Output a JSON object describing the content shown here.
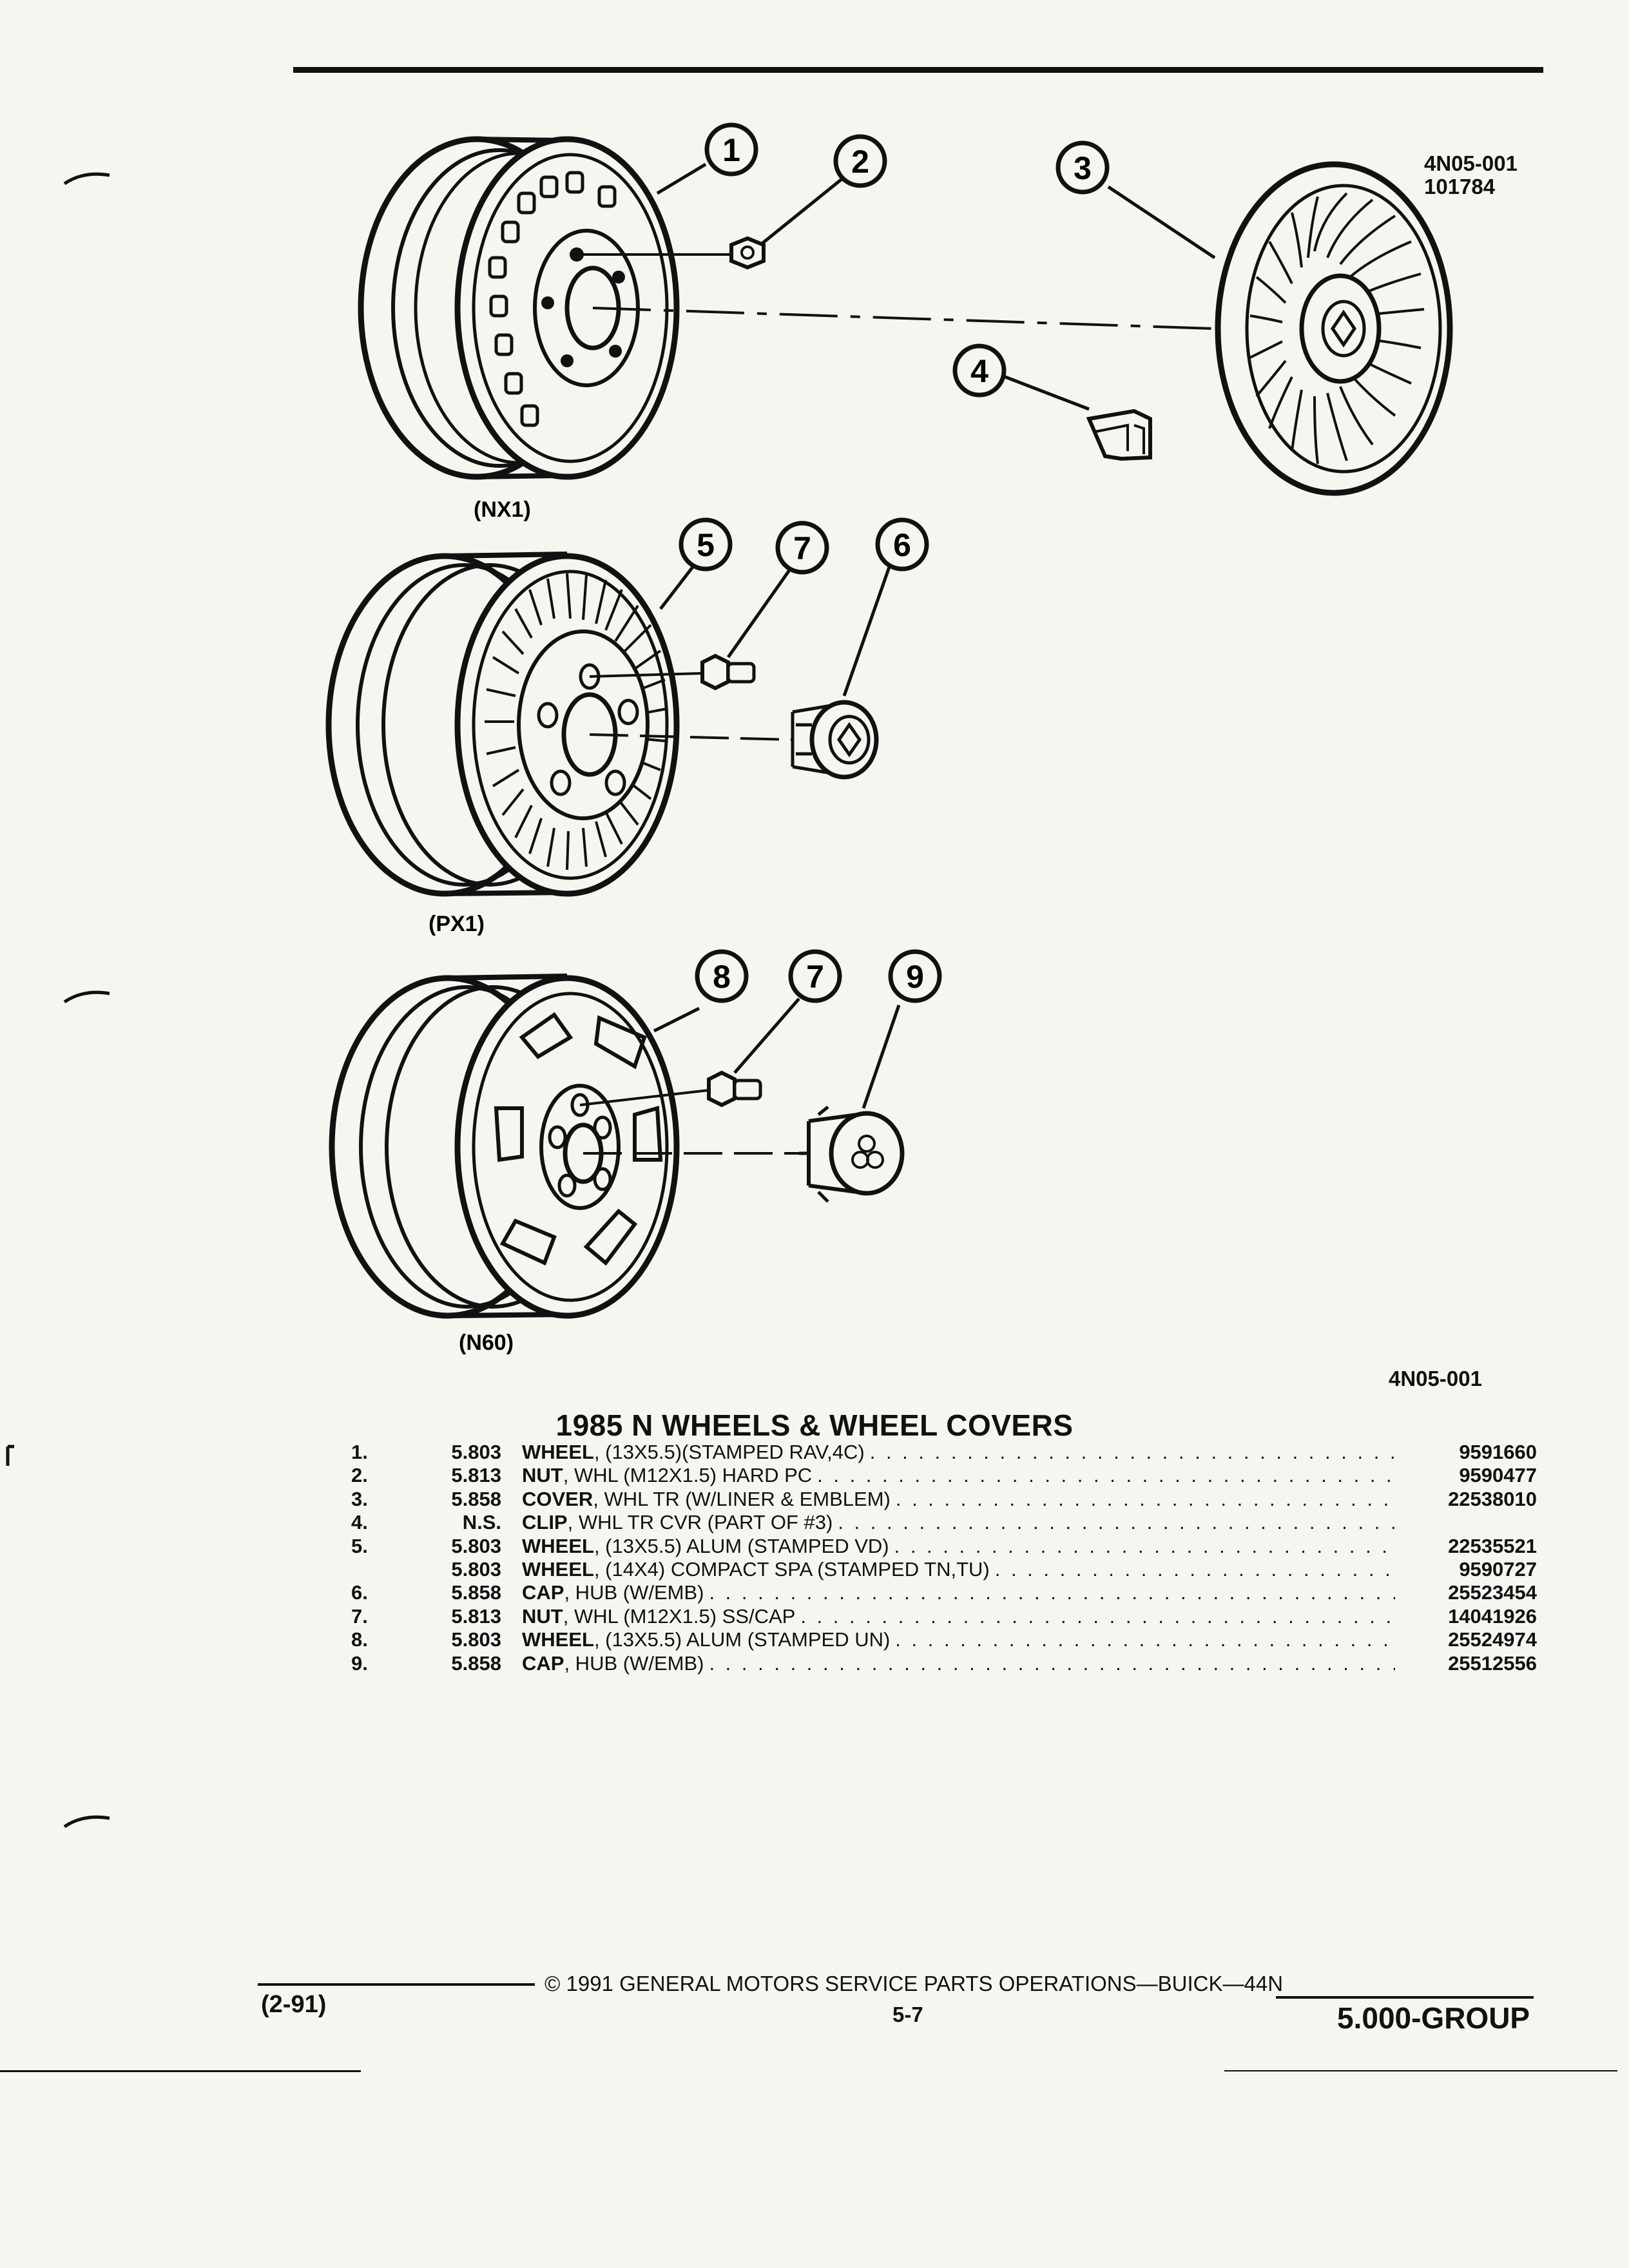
{
  "header": {
    "ref_top_line1": "4N05-001",
    "ref_top_line2": "101784",
    "ref_bottom": "4N05-001"
  },
  "illustration": {
    "wheel_labels": [
      "(NX1)",
      "(PX1)",
      "(N60)"
    ],
    "callouts": [
      "1",
      "2",
      "3",
      "4",
      "5",
      "7",
      "6",
      "8",
      "7",
      "9"
    ]
  },
  "parts_list": {
    "title": "1985 N WHEELS & WHEEL COVERS",
    "rows": [
      {
        "index": "1.",
        "group": "5.803",
        "name": "WHEEL",
        "spec": ", (13X5.5)(STAMPED RAV,4C)",
        "part_number": "9591660"
      },
      {
        "index": "2.",
        "group": "5.813",
        "name": "NUT",
        "spec": ", WHL (M12X1.5) HARD PC",
        "part_number": "9590477"
      },
      {
        "index": "3.",
        "group": "5.858",
        "name": "COVER",
        "spec": ", WHL TR (W/LINER & EMBLEM)",
        "part_number": "22538010"
      },
      {
        "index": "4.",
        "group": "N.S.",
        "name": "CLIP",
        "spec": ", WHL TR CVR (PART OF #3)",
        "part_number": ""
      },
      {
        "index": "5.",
        "group": "5.803",
        "name": "WHEEL",
        "spec": ", (13X5.5) ALUM (STAMPED VD)",
        "part_number": "22535521"
      },
      {
        "index": "",
        "group": "5.803",
        "name": "WHEEL",
        "spec": ", (14X4) COMPACT SPA (STAMPED TN,TU)",
        "part_number": "9590727"
      },
      {
        "index": "6.",
        "group": "5.858",
        "name": "CAP",
        "spec": ", HUB (W/EMB)",
        "part_number": "25523454"
      },
      {
        "index": "7.",
        "group": "5.813",
        "name": "NUT",
        "spec": ", WHL (M12X1.5) SS/CAP",
        "part_number": "14041926"
      },
      {
        "index": "8.",
        "group": "5.803",
        "name": "WHEEL",
        "spec": ", (13X5.5) ALUM (STAMPED UN)",
        "part_number": "25524974"
      },
      {
        "index": "9.",
        "group": "5.858",
        "name": "CAP",
        "spec": ", HUB (W/EMB)",
        "part_number": "25512556"
      }
    ]
  },
  "footer": {
    "revision": "(2-91)",
    "copyright": "© 1991 GENERAL MOTORS SERVICE PARTS OPERATIONS—BUICK—44N",
    "page": "5-7",
    "group": "5.000-GROUP"
  }
}
